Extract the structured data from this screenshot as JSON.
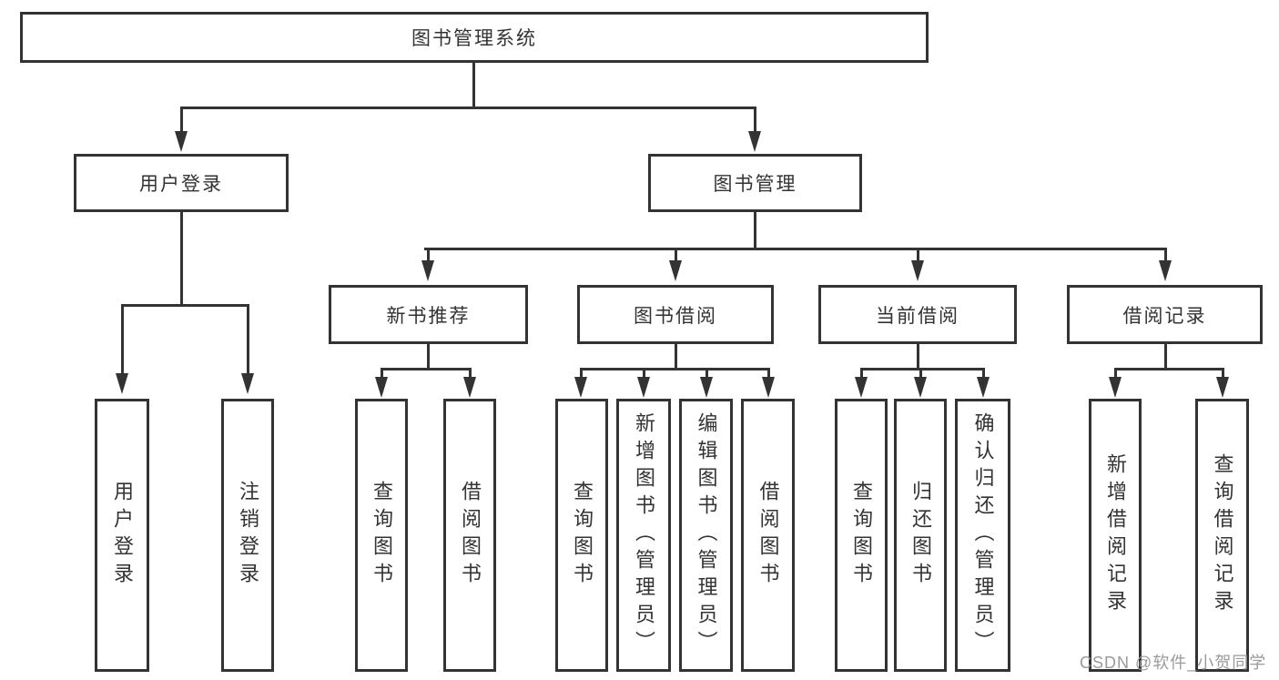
{
  "tree": {
    "root": {
      "label": "图书管理系统"
    },
    "branches": [
      {
        "label": "用户登录",
        "children": [
          {
            "label": "用户登录"
          },
          {
            "label": "注销登录"
          }
        ]
      },
      {
        "label": "图书管理",
        "children": [
          {
            "label": "新书推荐",
            "children": [
              {
                "label": "查询图书"
              },
              {
                "label": "借阅图书"
              }
            ]
          },
          {
            "label": "图书借阅",
            "children": [
              {
                "label": "查询图书"
              },
              {
                "label": "新增图书（管理员）"
              },
              {
                "label": "编辑图书（管理员）"
              },
              {
                "label": "借阅图书"
              }
            ]
          },
          {
            "label": "当前借阅",
            "children": [
              {
                "label": "查询图书"
              },
              {
                "label": "归还图书"
              },
              {
                "label": "确认归还（管理员）"
              }
            ]
          },
          {
            "label": "借阅记录",
            "children": [
              {
                "label": "新增借阅记录"
              },
              {
                "label": "查询借阅记录"
              }
            ]
          }
        ]
      }
    ]
  },
  "watermark": {
    "text": "CSDN @软件_小贺同学"
  },
  "colors": {
    "line": "#333333",
    "box_border": "#333333",
    "text": "#333333",
    "watermark": "#9a9a9a",
    "background": "#ffffff"
  }
}
